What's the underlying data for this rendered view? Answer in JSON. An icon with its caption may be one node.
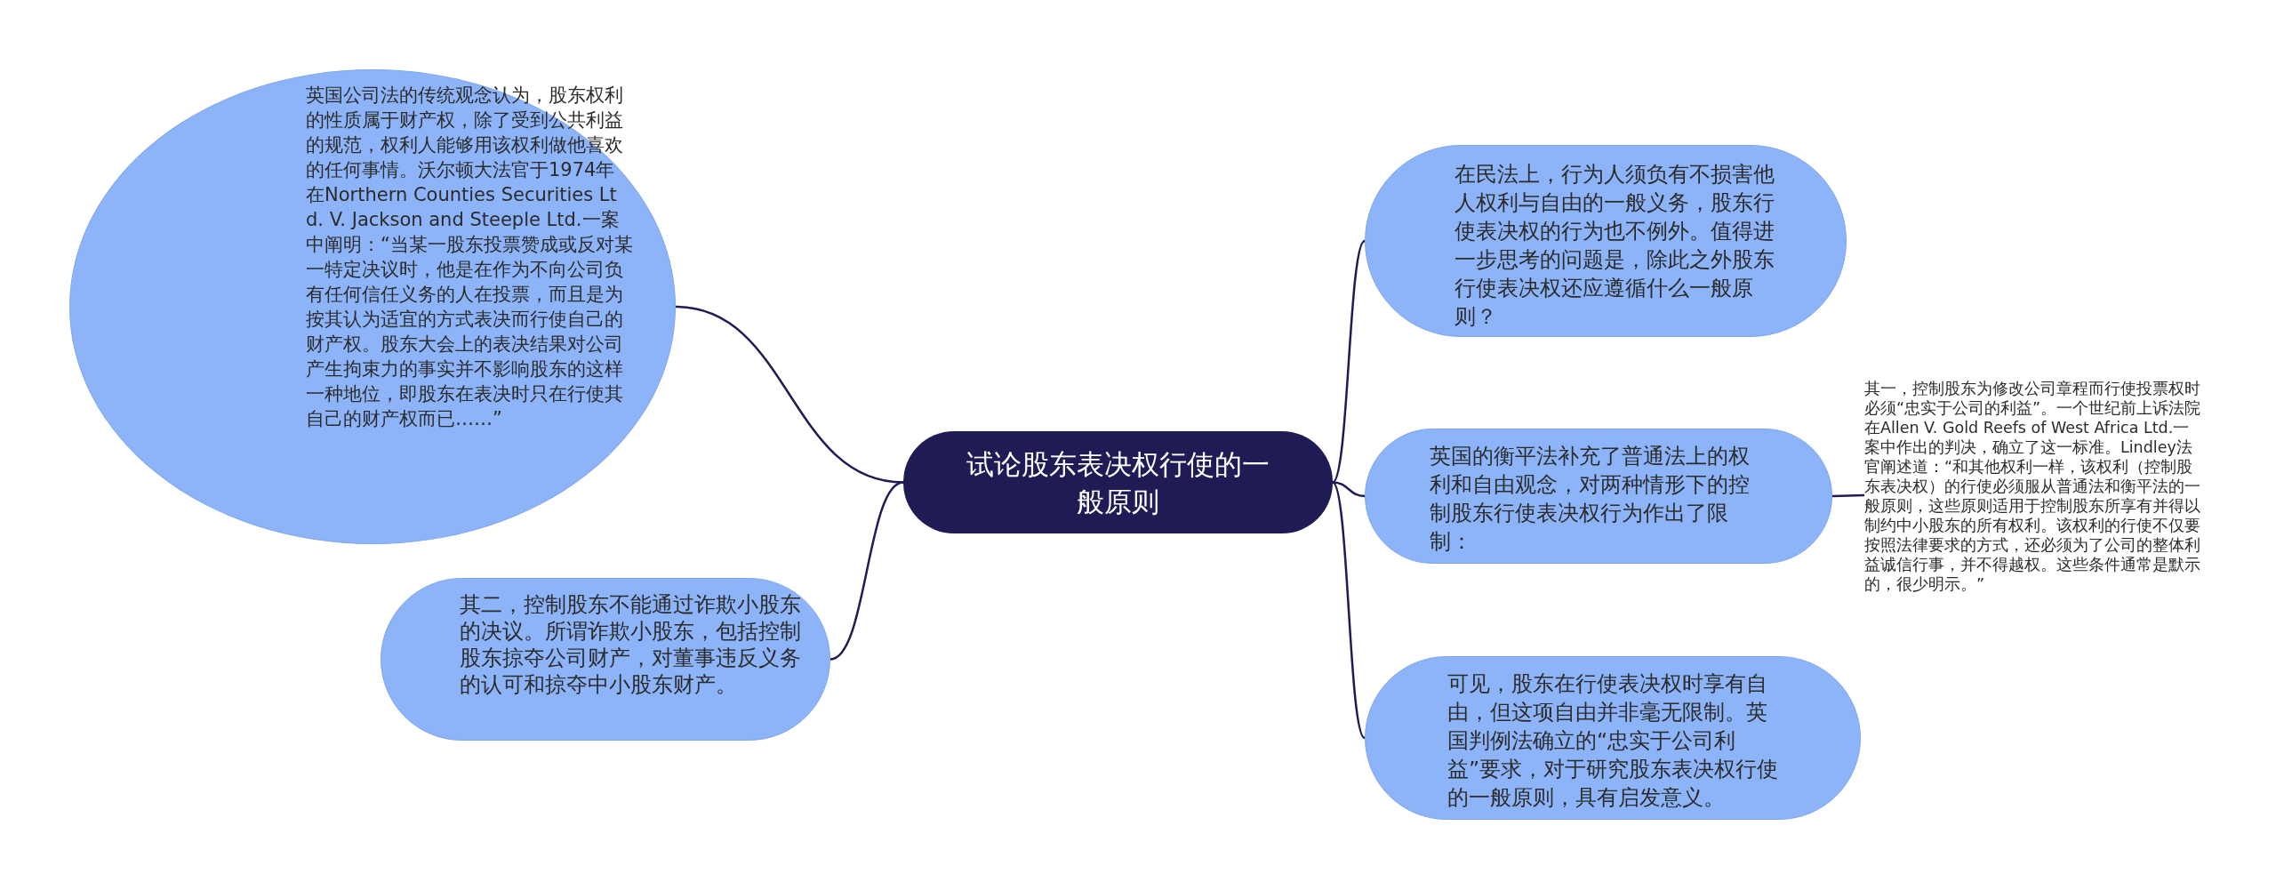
{
  "diagram": {
    "nodes": [
      {
        "text": [
          "试论股东表决权行使的一般原则"
        ]
      },
      {
        "text": [
          "英国公司法的传统观念认为，股东权利的性质属于财产权，除了受到公共利益的规范，权利人能够用该权利做他喜欢的任何事情。沃尔顿大法官于1974年在Northern Counties Securities Ltd. V. Jackson and Steeple Ltd.一案中阐明：“当某一股东投票赞成或反对某一特定决议时，他是在作为不向公司负有任何信任义务的人在投票，而且是为按其认为适宜的方式表决而行使自己的财产权。股东大会上的表决结果对公司产生拘束力的事实并不影响股东的这样一种地位，即股东在表决时只在行使其自己的财产权而已……”"
        ]
      },
      {
        "text": [
          "其二，控制股东不能通过诈欺小股东的决议。所谓诈欺小股东，包括控制股东掠夺公司财产，对董事违反义务的认可和掠夺中小股东财产。"
        ]
      },
      {
        "text": [
          "在民法上，行为人须负有不损害他人权利与自由的一般义务，股东行使表决权的行为也不例外。值得进一步思考的问题是，除此之外股东行使表决权还应遵循什么一般原则？"
        ]
      },
      {
        "text": [
          "英国的衡平法补充了普通法上的权利和自由观念，对两种情形下的控制股东行使表决权行为作出了限制："
        ]
      },
      {
        "text": [
          "其一，控制股东为修改公司章程而行使投票权时必须“忠实于公司的利益”。一个世纪前上诉法院在Allen V. Gold Reefs of West Africa Ltd.一案中作出的判决，确立了这一标准。Lindley法官阐述道：“和其他权利一样，该权利（控制股东表决权）的行使必须服从普通法和衡平法的一般原则，这些原则适用于控制股东所享有并得以制约中小股东的所有权利。该权利的行使不仅要按照法律要求的方式，还必须为了公司的整体利益诚信行事，并不得越权。这些条件通常是默示的，很少明示。”"
        ]
      },
      {
        "text": [
          "可见，股东在行使表决权时享有自由，但这项自由并非毫无限制。英国判例法确立的“忠实于公司利益”要求，对于研究股东表决权行使的一般原则，具有启发意义。"
        ]
      }
    ],
    "edges": [
      {
        "from": 0,
        "to": 1,
        "arrow": "none"
      },
      {
        "from": 0,
        "to": 2,
        "arrow": "none"
      },
      {
        "from": 0,
        "to": 3,
        "arrow": "none"
      },
      {
        "from": 0,
        "to": 4,
        "arrow": "none"
      },
      {
        "from": 4,
        "to": 5,
        "arrow": "none"
      },
      {
        "from": 0,
        "to": 6,
        "arrow": "none"
      }
    ]
  }
}
